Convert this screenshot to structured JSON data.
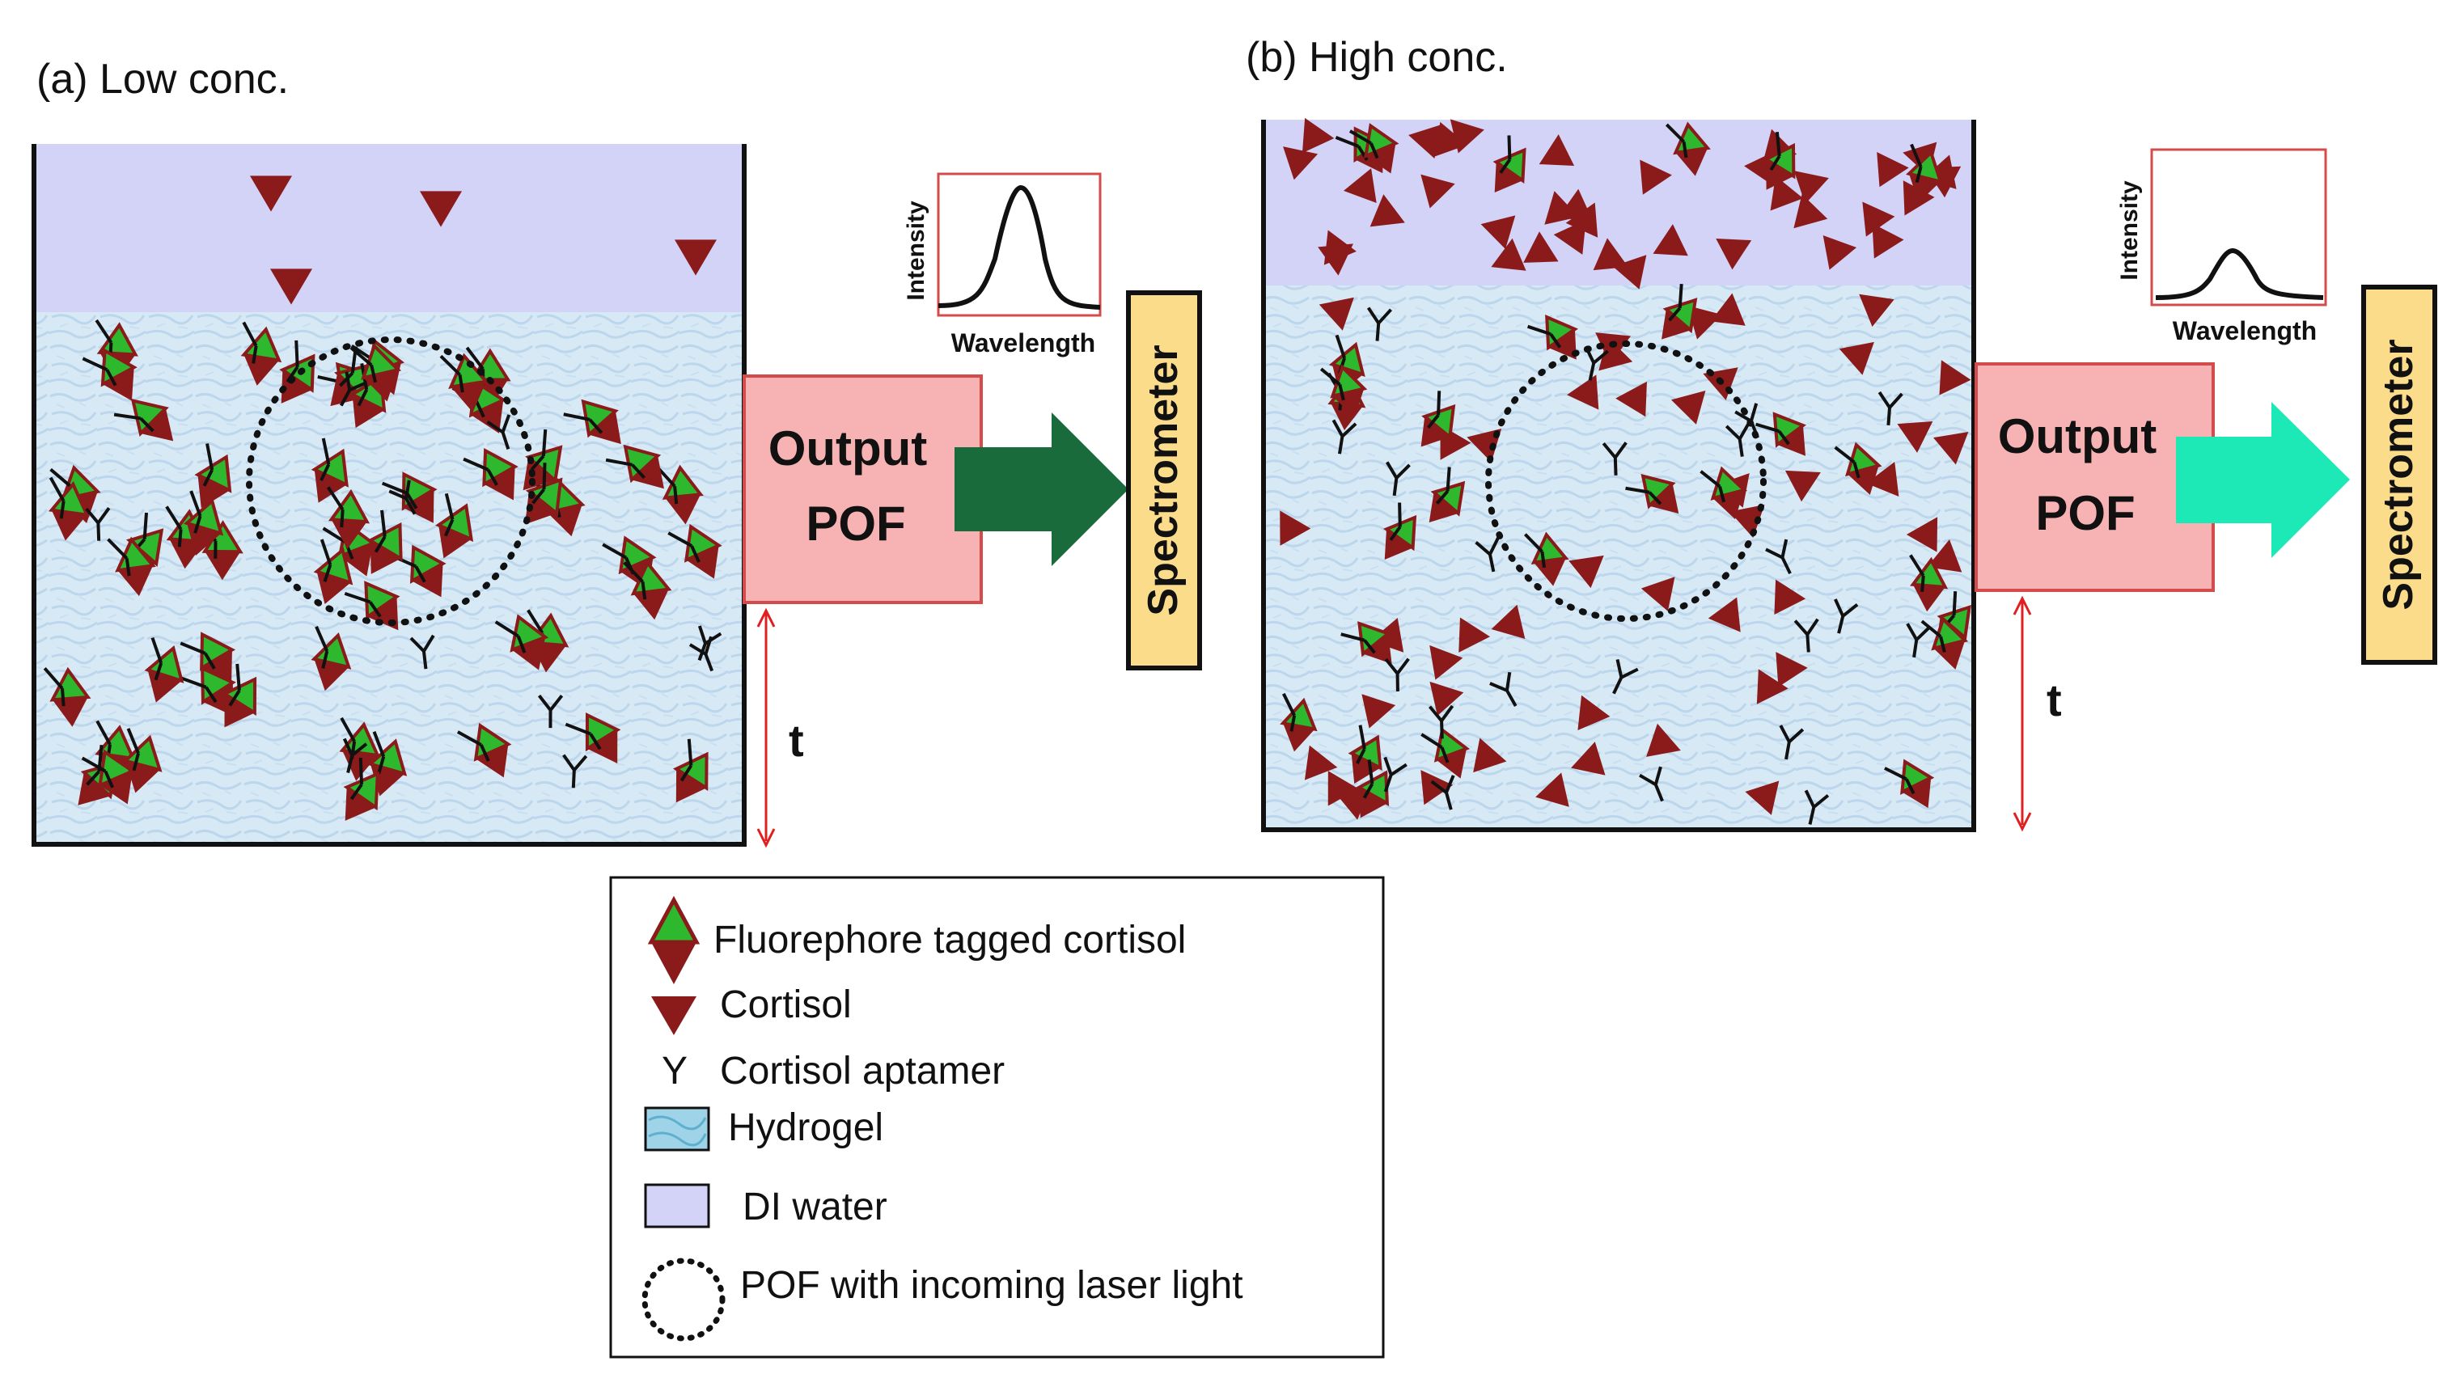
{
  "panels": [
    {
      "id": "low",
      "caption": "(a) Low conc.",
      "box_label": [
        "Output",
        "POF"
      ],
      "spectrometer": "Spectrometer",
      "plot": {
        "ylabel": "Intensity",
        "xlabel": "Wavelength",
        "peak": "high"
      },
      "arrow_color": "#1a6b3c",
      "t_label": "t"
    },
    {
      "id": "high",
      "caption": "(b) High conc.",
      "box_label": [
        "Output",
        "POF"
      ],
      "spectrometer": "Spectrometer",
      "plot": {
        "ylabel": "Intensity",
        "xlabel": "Wavelength",
        "peak": "low"
      },
      "arrow_color": "#1de9b6",
      "t_label": "t"
    }
  ],
  "legend": [
    {
      "icon": "tagged-cortisol",
      "label": "Fluorephore tagged cortisol"
    },
    {
      "icon": "cortisol",
      "label": "Cortisol"
    },
    {
      "icon": "aptamer",
      "label": "Cortisol aptamer",
      "glyph": "Y"
    },
    {
      "icon": "hydrogel",
      "label": "Hydrogel"
    },
    {
      "icon": "di-water",
      "label": "DI water"
    },
    {
      "icon": "pof-circle",
      "label": "POF with incoming laser light"
    }
  ],
  "colors": {
    "cortisol": "#8b1a1a",
    "fluorophore": "#2eb82e",
    "di_water": "#d3d3f7",
    "hydrogel": "#d6e8f5",
    "pof_box": "#f7b3b3",
    "pof_box_border": "#d44b4b",
    "spectrometer_fill": "#fbdc8a",
    "axis_box": "#d44b4b",
    "t_arrow": "#e02020"
  }
}
